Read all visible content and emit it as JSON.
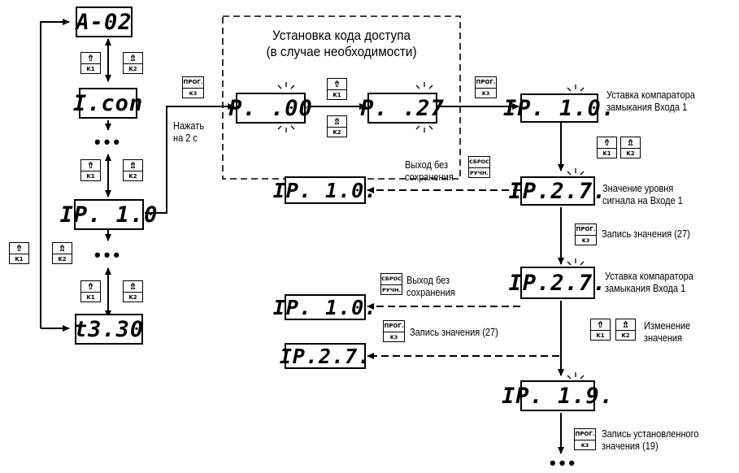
{
  "displays": {
    "d_a02": "A-02",
    "d_icon": "I.con",
    "d_ip10_left": "IP. 1.0",
    "d_t330": "t3.30",
    "d_p00": "P. .00",
    "d_p27": "P. .27",
    "d_ip10_r1": "IP. 1.0.",
    "d_ip27_r1": "IP.2.7.",
    "d_ip27_r2": "IP.2.7.",
    "d_ip19": "IP. 1.9.",
    "d_exit_ip10_a": "IP. 1.0.",
    "d_exit_ip10_b": "IP. 1.0.",
    "d_exit_ip27": "IP.2.7."
  },
  "keys": {
    "k1_glyph": "⇮",
    "k1_label": "K1",
    "k2_glyph": "⇯",
    "k2_label": "K2",
    "prog_top": "ПРОГ.",
    "prog_label": "K3",
    "reset_top": "СБРОС",
    "reset_label": "РУЧН."
  },
  "labels": {
    "access_title_1": "Установка кода доступа",
    "access_title_2": "(в случае необходимости)",
    "press_1": "Нажать",
    "press_2": "на 2 с",
    "setpoint_1_a": "Уставка компаратора",
    "setpoint_1_b": "замыкания Входа 1",
    "exit_1_a": "Выход без",
    "exit_1_b": "сохранения",
    "level_a": "Значение уровня",
    "level_b": "сигнала на Входе 1",
    "write_27_a": "Запись значения (27)",
    "setpoint_2_a": "Уставка компаратора",
    "setpoint_2_b": "замыкания Входа 1",
    "exit_2_a": "Выход без",
    "exit_2_b": "сохранения",
    "write_27_b": "Запись значения (27)",
    "change_a": "Изменение",
    "change_b": "значения",
    "write_19_a": "Запись установленного",
    "write_19_b": "значения (19)"
  },
  "ellipsis": "•••"
}
